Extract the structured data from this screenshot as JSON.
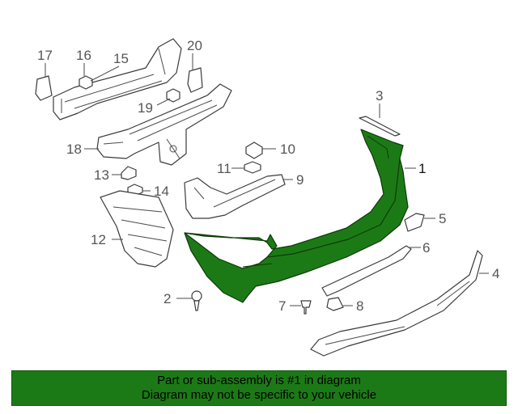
{
  "diagram": {
    "highlight_color": "#1c7a16",
    "callouts": {
      "c1": "1",
      "c2": "2",
      "c3": "3",
      "c4": "4",
      "c5": "5",
      "c6": "6",
      "c7": "7",
      "c8": "8",
      "c9": "9",
      "c10": "10",
      "c11": "11",
      "c12": "12",
      "c13": "13",
      "c14": "14",
      "c15": "15",
      "c16": "16",
      "c17": "17",
      "c18": "18",
      "c19": "19",
      "c20": "20"
    }
  },
  "banner": {
    "line1": "Part or sub-assembly is #1 in diagram",
    "line2": "Diagram may not be specific to your vehicle",
    "background": "#1c7a16"
  }
}
